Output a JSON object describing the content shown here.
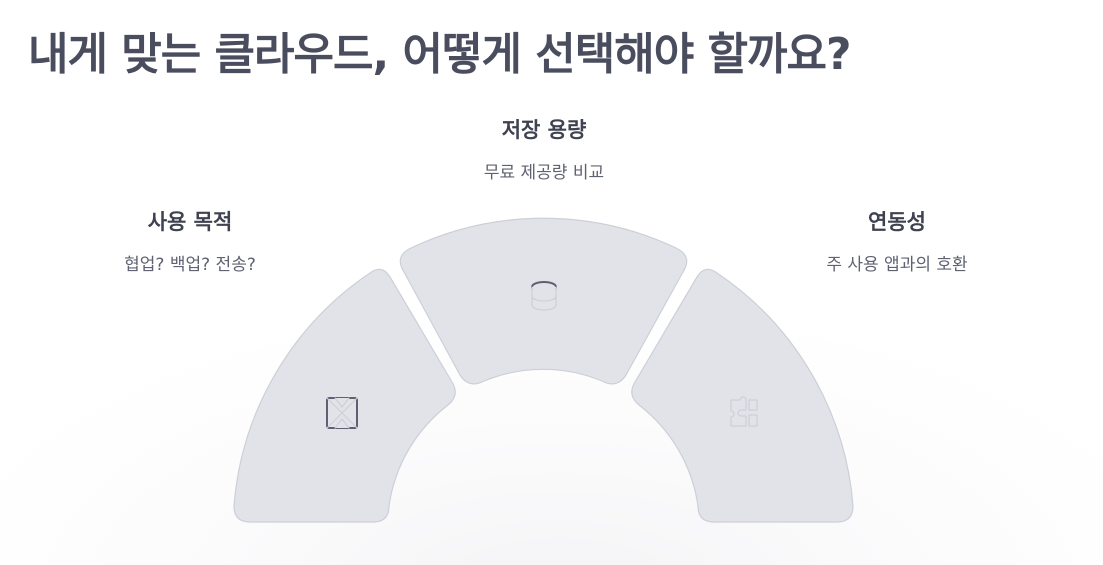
{
  "title": "내게 맞는 클라우드, 어떻게 선택해야 할까요?",
  "segments": [
    {
      "name": "사용 목적",
      "description": "협업? 백업? 전송?",
      "icon": "cross-arrows-icon"
    },
    {
      "name": "저장 용량",
      "description": "무료 제공량 비교",
      "icon": "database-icon"
    },
    {
      "name": "연동성",
      "description": "주 사용 앱과의 호환",
      "icon": "puzzle-icon"
    }
  ],
  "colors": {
    "title": "#4a4d5e",
    "segment_fill": "#e2e3e9",
    "segment_stroke": "#cdcfd8",
    "icon": "#5d6072"
  }
}
